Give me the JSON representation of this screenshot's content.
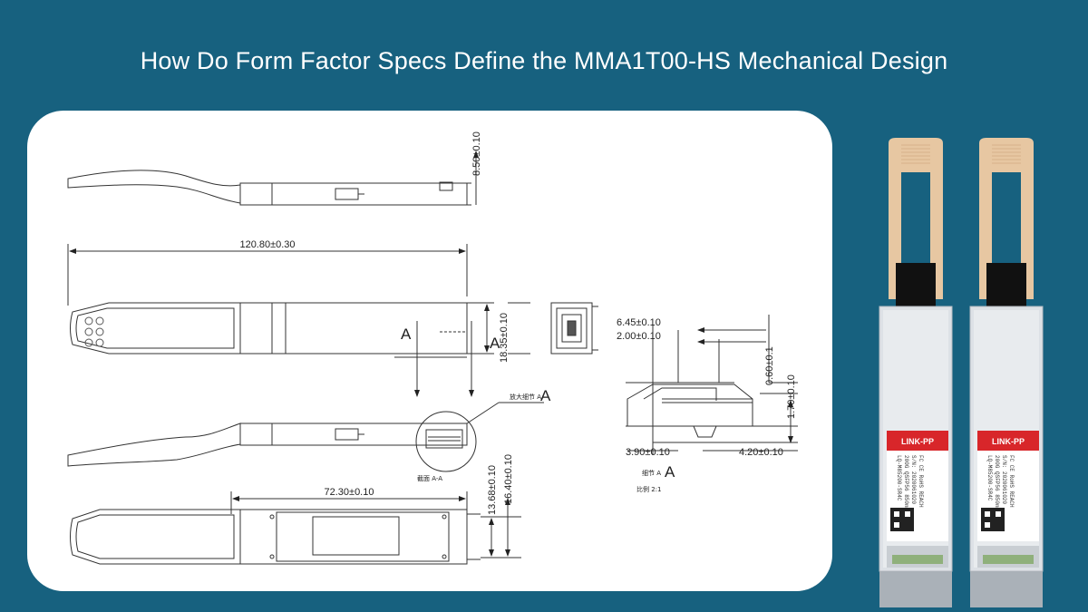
{
  "page": {
    "title": "How Do Form Factor Specs Define the MMA1T00-HS Mechanical Design"
  },
  "drawing": {
    "dimensions": {
      "height_top": "8.50±0.10",
      "length_total": "120.80±0.30",
      "height_main": "18.35±0.10",
      "detail_width": "6.45±0.10",
      "detail_inner": "2.00±0.10",
      "detail_gap": "0.60±0.1",
      "detail_height": "1.70±0.10",
      "detail_left": "3.90±0.10",
      "detail_right": "4.20±0.10",
      "bottom_length": "72.30±0.10",
      "height_b1": "13.68±0.10",
      "height_b2": "16.40±0.10"
    },
    "section_marker": "A",
    "section_label": "截面 A-A",
    "detail_view_label": "放大细节 A",
    "detail_label": "细节 A",
    "scale_label": "比例 2:1"
  },
  "modules": [
    {
      "brand": "LINK-PP",
      "model": "LQ-M85200-SR4C",
      "line1": "200G QSFP56 850nm 100m",
      "line2": "S/N: 2020061020",
      "certs": "FC CE RoHS REACH"
    },
    {
      "brand": "LINK-PP",
      "model": "LQ-M85200-SR4C",
      "line1": "200G QSFP56 850nm 100m",
      "line2": "S/N: 2020061020",
      "certs": "FC CE RoHS REACH"
    }
  ],
  "colors": {
    "background": "#17617f",
    "card": "#ffffff",
    "pull_tab": "#e7c7a2",
    "brand_red": "#d8262a"
  }
}
